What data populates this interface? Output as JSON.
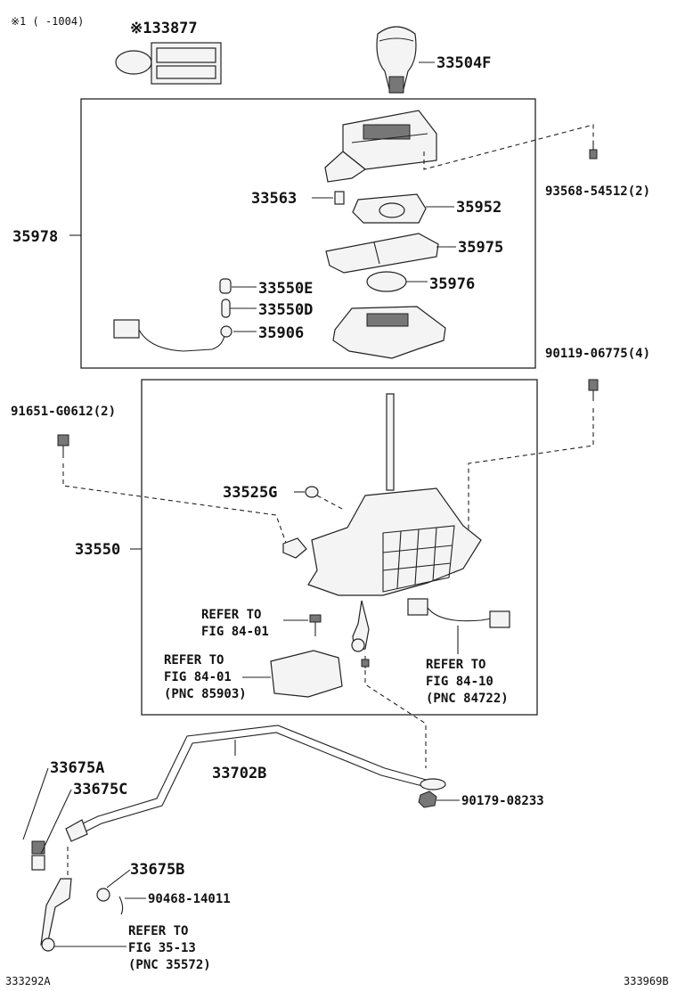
{
  "labels": {
    "note_1004": "※1 (    -1004)",
    "p33877": "※133877",
    "p33504F": "33504F",
    "p93568": "93568-54512(2)",
    "p33563": "33563",
    "p35952": "35952",
    "p35978": "35978",
    "p35975": "35975",
    "p35976": "35976",
    "p33550E": "33550E",
    "p33550D": "33550D",
    "p35906": "35906",
    "p90119": "90119-06775(4)",
    "p91651": "91651-G0612(2)",
    "p33525G": "33525G",
    "p33550": "33550",
    "ref1_a": "REFER TO",
    "ref1_b": "FIG 84-01",
    "ref2_a": "REFER TO",
    "ref2_b": "FIG 84-01",
    "ref2_c": "(PNC 85903)",
    "ref3_a": "REFER TO",
    "ref3_b": "FIG 84-10",
    "ref3_c": "(PNC 84722)",
    "p33675A": "33675A",
    "p33675C": "33675C",
    "p33702B": "33702B",
    "p90179": "90179-08233",
    "p33675B": "33675B",
    "p90468": "90468-14011",
    "ref4_a": "REFER TO",
    "ref4_b": "FIG 35-13",
    "ref4_c": "(PNC 35572)",
    "code_left": "333292A",
    "code_right": "333969B"
  }
}
